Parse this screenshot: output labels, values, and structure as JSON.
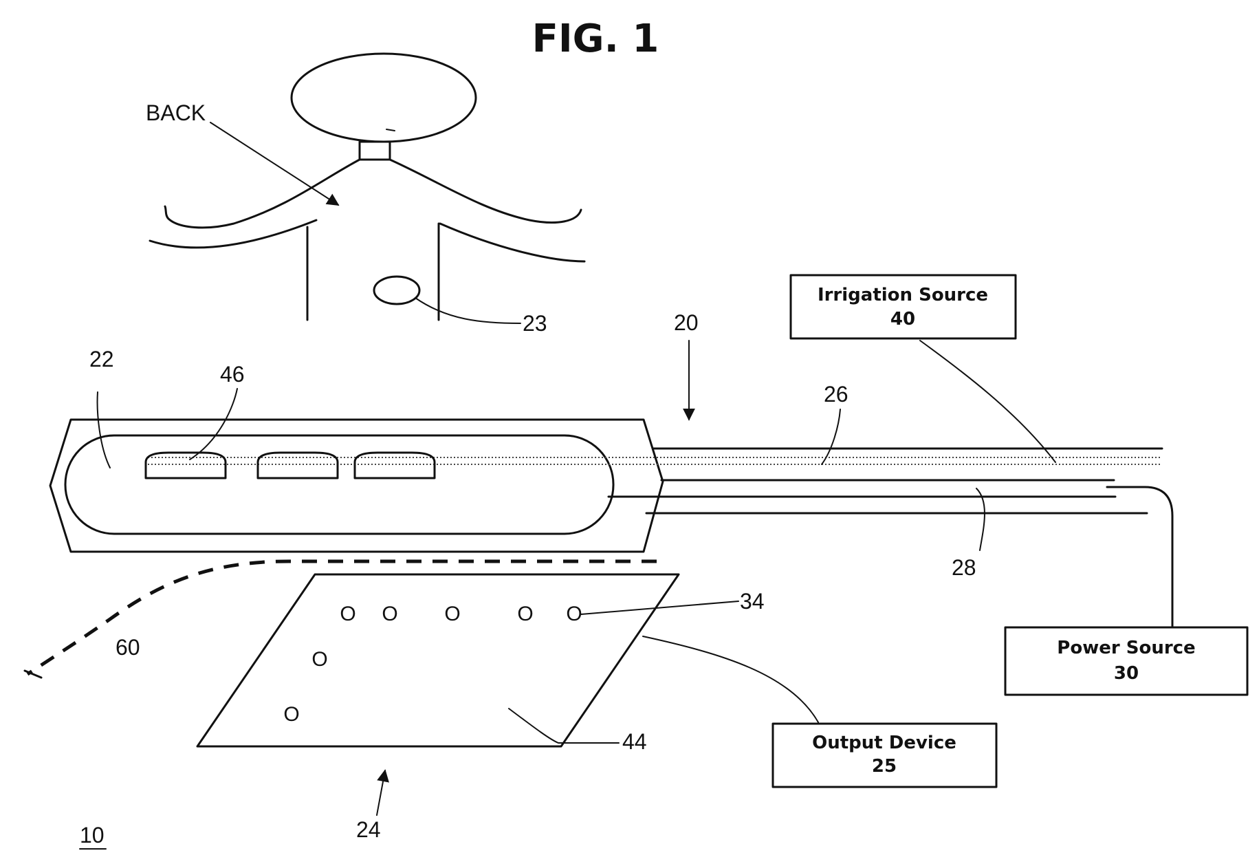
{
  "figure": {
    "title": "FIG. 1",
    "labels": {
      "back": "BACK",
      "ref_10": "10",
      "ref_20": "20",
      "ref_22": "22",
      "ref_23": "23",
      "ref_24": "24",
      "ref_26": "26",
      "ref_28": "28",
      "ref_34": "34",
      "ref_44": "44",
      "ref_46": "46",
      "ref_60": "60"
    },
    "boxes": {
      "irrigation": {
        "name": "Irrigation Source",
        "number": "40"
      },
      "power": {
        "name": "Power Source",
        "number": "30"
      },
      "output": {
        "name": "Output Device",
        "number": "25"
      }
    },
    "hole_glyph": "O"
  }
}
